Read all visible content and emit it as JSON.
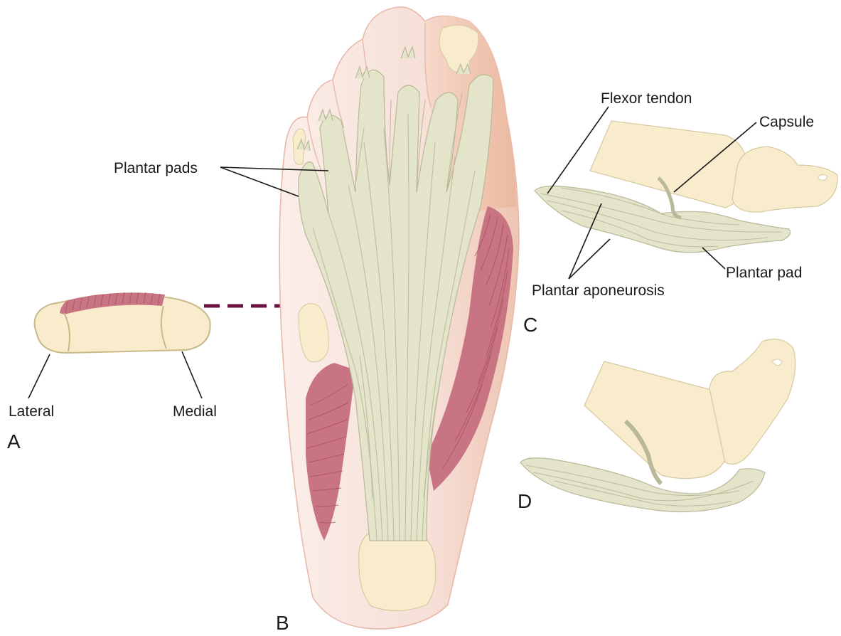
{
  "labels": {
    "plantar_pads": "Plantar pads",
    "flexor_tendon": "Flexor tendon",
    "capsule": "Capsule",
    "plantar_pad": "Plantar pad",
    "plantar_aponeurosis": "Plantar aponeurosis",
    "lateral": "Lateral",
    "medial": "Medial"
  },
  "panels": {
    "a": "A",
    "b": "B",
    "c": "C",
    "d": "D"
  },
  "colors": {
    "skin": "#f7e3dc",
    "skin_outline": "#e8b9ab",
    "bone": "#f8eccc",
    "aponeurosis": "#e3e4c9",
    "muscle": "#c97482",
    "section_line": "#6b1240",
    "ink": "#1a1a1a"
  }
}
